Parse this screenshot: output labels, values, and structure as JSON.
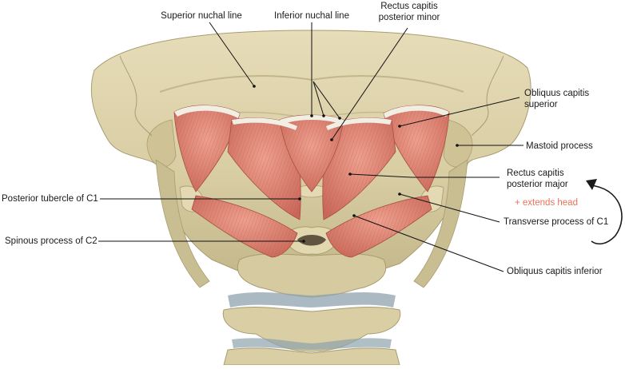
{
  "labels": {
    "superior_nuchal_line": "Superior nuchal line",
    "inferior_nuchal_line": "Inferior nuchal line",
    "rcp_minor_1": "Rectus capitis",
    "rcp_minor_2": "posterior minor",
    "ocs_1": "Obliquus capitis",
    "ocs_2": "superior",
    "mastoid_process": "Mastoid process",
    "rcp_major_1": "Rectus capitis",
    "rcp_major_2": "posterior major",
    "extends_head": "+ extends head",
    "posterior_tubercle_c1": "Posterior tubercle of C1",
    "transverse_process_c1": "Transverse process of C1",
    "spinous_process_c2": "Spinous process of C2",
    "oci": "Obliquus capitis inferior"
  },
  "colors": {
    "bone": "#ddd3ad",
    "bone_shadow": "#b9ad80",
    "bone_dark": "#8f8460",
    "muscle": "#e0897a",
    "muscle_dark": "#b9584b",
    "muscle_light": "#f2b8a8",
    "tendon": "#f1eee4",
    "cartilage": "#8fa3ad",
    "accent": "#e8735a",
    "line": "#111111"
  }
}
